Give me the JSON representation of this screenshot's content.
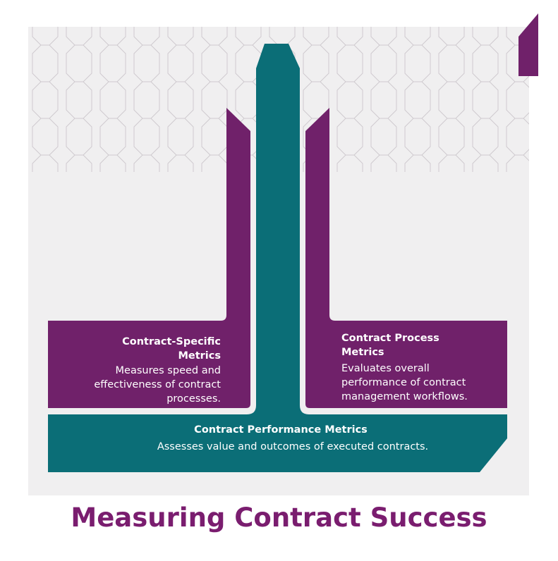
{
  "colors": {
    "purple": "#70216a",
    "teal": "#0b6e77",
    "panel": "#f0eff0",
    "pattern": "#cfcacf",
    "title": "#7a1d6f",
    "text": "#ffffff"
  },
  "sections": {
    "left": {
      "heading": "Contract-Specific Metrics",
      "description": "Measures speed and effectiveness of contract processes."
    },
    "right": {
      "heading": "Contract Process Metrics",
      "description": "Evaluates overall performance of contract management workflows."
    },
    "bottom": {
      "heading": "Contract Performance Metrics",
      "description": "Assesses value and outcomes of executed contracts."
    }
  },
  "title": "Measuring Contract Success"
}
